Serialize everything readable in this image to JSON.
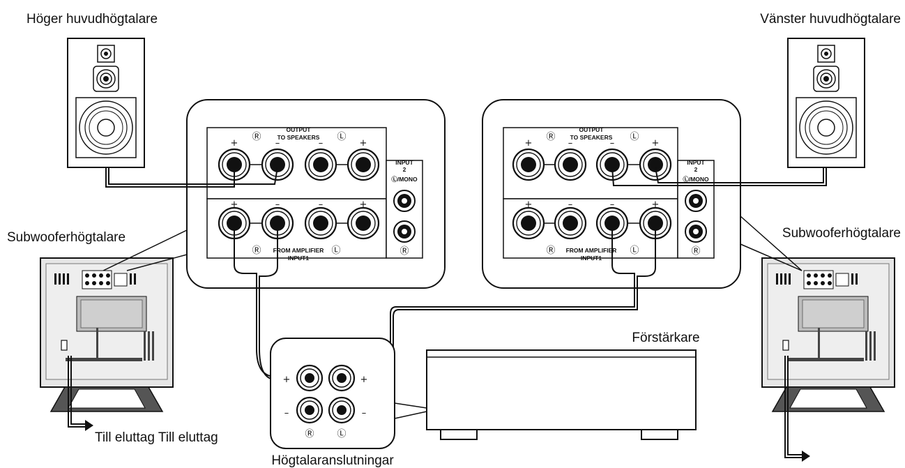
{
  "labels": {
    "right_main_speaker": "Höger huvudhögtalare",
    "left_main_speaker": "Vänster huvudhögtalare",
    "subwoofer_left": "Subwooferhögtalare",
    "subwoofer_right": "Subwooferhögtalare",
    "amplifier": "Förstärkare",
    "speaker_terminals": "Högtalaranslutningar",
    "to_outlet": "Till eluttag Till eluttag"
  },
  "panel": {
    "output": "OUTPUT",
    "to_speakers": "TO SPEAKERS",
    "input2": "INPUT",
    "input2_num": "2",
    "mono": "Ⓛ/MONO",
    "from_amplifier": "FROM AMPLIFIER",
    "input1": "INPUT1",
    "r": "Ⓡ",
    "l": "Ⓛ",
    "plus": "+",
    "minus": "–"
  },
  "amp_terminals": {
    "plus": "+",
    "minus": "–",
    "r": "Ⓡ",
    "l": "Ⓛ"
  }
}
